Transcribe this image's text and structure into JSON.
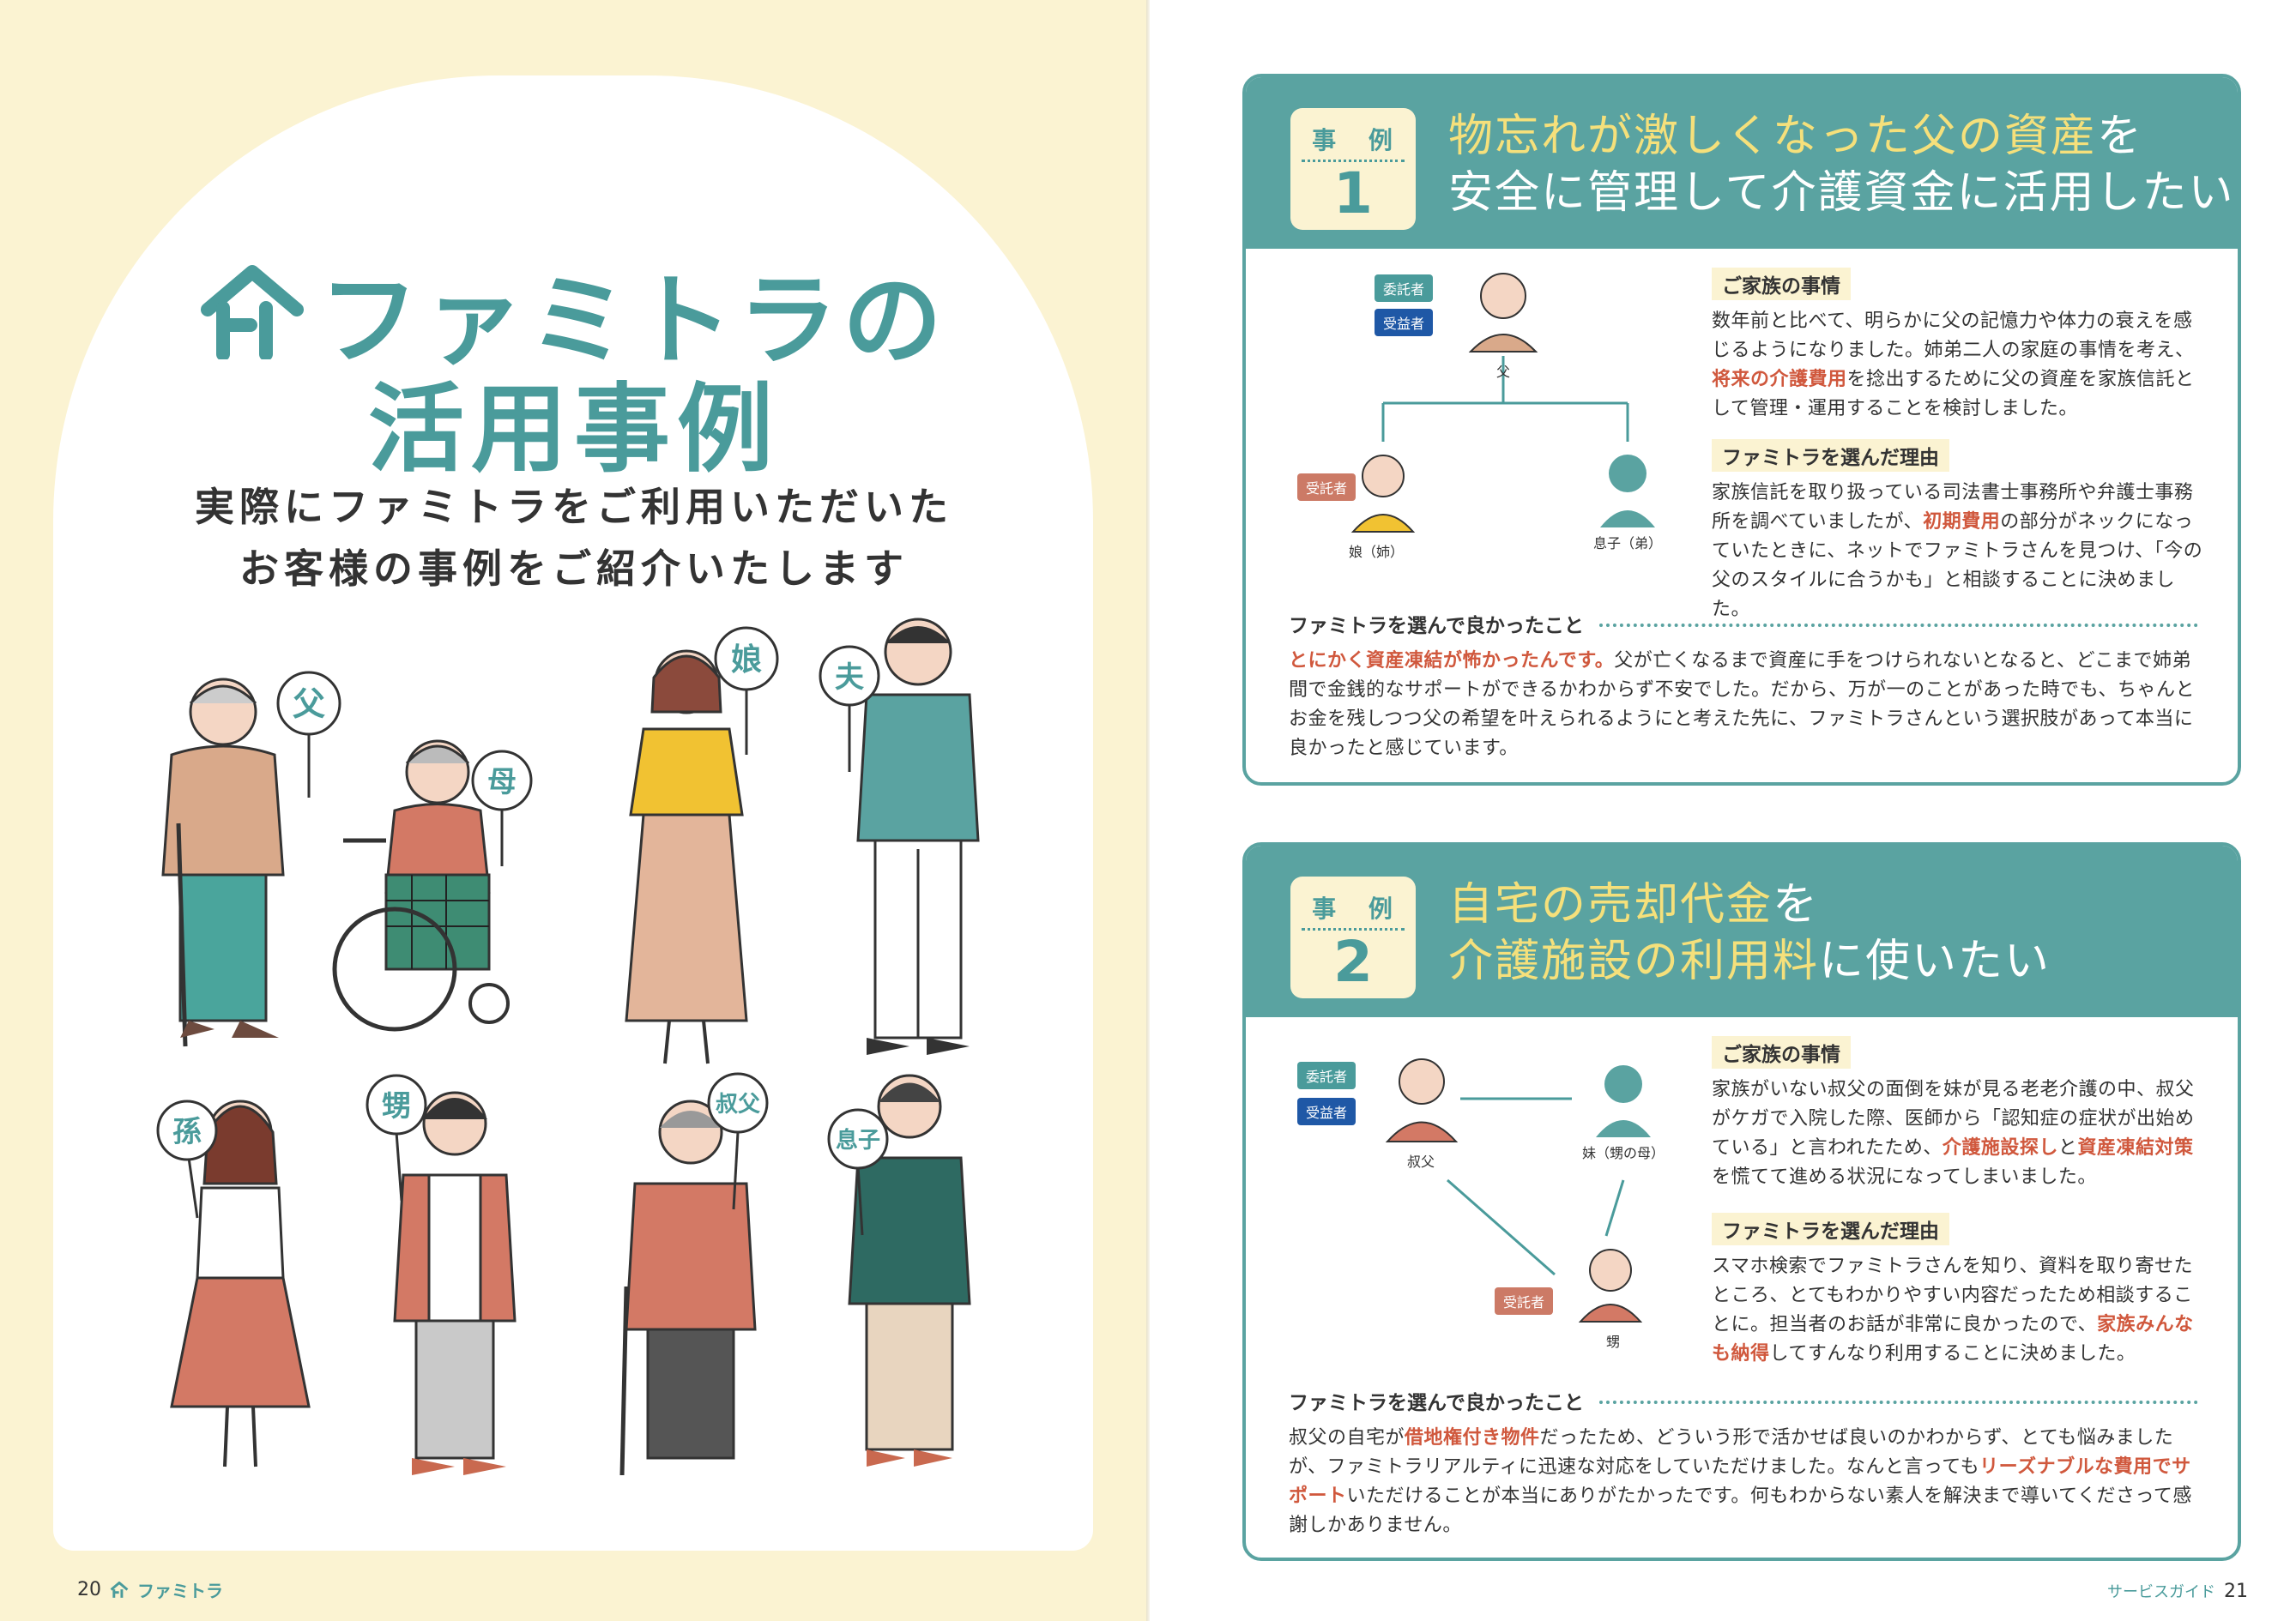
{
  "left_page": {
    "title_line1": "ファミトラの",
    "title_line2": "活用事例",
    "lead_line1": "実際にファミトラをご利用いただいた",
    "lead_line2": "お客様の事例をご紹介いたします",
    "figure_labels": [
      "父",
      "母",
      "娘",
      "夫",
      "孫",
      "甥",
      "叔父",
      "息子"
    ],
    "page_number": "20",
    "brand": "ファミトラ"
  },
  "right_page": {
    "page_number": "21",
    "footer": "サービスガイド",
    "cases": [
      {
        "badge_label": "事 例",
        "badge_number": "1",
        "title_line1_hl": "物忘れが激しくなった父の資産",
        "title_line1_rest": "を",
        "title_line2_hl": "安全に管理して介護資金に活用したい",
        "diagram": {
          "tag_trustor": "委託者",
          "tag_beneficiary": "受益者",
          "tag_trustee": "受託者",
          "father": "父",
          "daughter": "娘（姉）",
          "son": "息子（弟）"
        },
        "family_label": "ご家族の事情",
        "family_p1": "数年前と比べて、明らかに父の記憶力や体力の衰えを感じるようになりました。姉弟二人の家庭の事情を考え、",
        "family_hl": "将来の介護費用",
        "family_p2": "を捻出するために父の資産を家族信託として管理・運用することを検討しました。",
        "reason_label": "ファミトラを選んだ理由",
        "reason_p1": "家族信託を取り扱っている司法書士事務所や弁護士事務所を調べていましたが、",
        "reason_hl": "初期費用",
        "reason_p2": "の部分がネックになっていたときに、ネットでファミトラさんを見つけ、「今の父のスタイルに合うかも」と相談することに決めました。",
        "good_label": "ファミトラを選んで良かったこと",
        "good_hl": "とにかく資産凍結が怖かったんです。",
        "good_p": "父が亡くなるまで資産に手をつけられないとなると、どこまで姉弟間で金銭的なサポートができるかわからず不安でした。だから、万が一のことがあった時でも、ちゃんとお金を残しつつ父の希望を叶えられるようにと考えた先に、ファミトラさんという選択肢があって本当に良かったと感じています。"
      },
      {
        "badge_label": "事 例",
        "badge_number": "2",
        "title_line1_hl": "自宅の売却代金",
        "title_line1_rest": "を",
        "title_line2_hl": "介護施設の利用料",
        "title_line2_rest": "に使いたい",
        "diagram": {
          "tag_trustor": "委託者",
          "tag_beneficiary": "受益者",
          "tag_trustee": "受託者",
          "uncle": "叔父",
          "sister": "妹（甥の母）",
          "nephew": "甥"
        },
        "family_label": "ご家族の事情",
        "family_p1": "家族がいない叔父の面倒を妹が見る老老介護の中、叔父がケガで入院した際、医師から「認知症の症状が出始めている」と言われたため、",
        "family_hl1": "介護施設探し",
        "family_mid": "と",
        "family_hl2": "資産凍結対策",
        "family_p2": "を慌てて進める状況になってしまいました。",
        "reason_label": "ファミトラを選んだ理由",
        "reason_p1": "スマホ検索でファミトラさんを知り、資料を取り寄せたところ、とてもわかりやすい内容だったため相談することに。担当者のお話が非常に良かったので、",
        "reason_hl": "家族みんなも納得",
        "reason_p2": "してすんなり利用することに決めました。",
        "good_label": "ファミトラを選んで良かったこと",
        "good_p1": "叔父の自宅が",
        "good_hl1": "借地権付き物件",
        "good_p2": "だったため、どういう形で活かせば良いのかわからず、とても悩みましたが、ファミトラリアルティに迅速な対応をしていただけました。なんと言っても",
        "good_hl2": "リーズナブルな費用でサポート",
        "good_p3": "いただけることが本当にありがたかったです。何もわからない素人を解決まで導いてくださって感謝しかありません。"
      }
    ]
  },
  "colors": {
    "teal": "#5aa3a1",
    "cream": "#fbf3d2",
    "highlight": "#f5e07b",
    "accent_red": "#d0583d",
    "navy": "#1f58a6",
    "coral": "#cc7a66"
  },
  "icons": [
    "house-logo-icon",
    "person-silhouette-icon"
  ]
}
